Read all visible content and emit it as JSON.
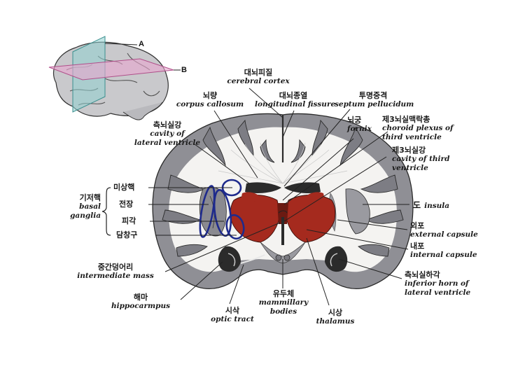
{
  "inset": {
    "plane_a": "A",
    "plane_b": "B"
  },
  "labels": {
    "cerebral_cortex": {
      "ko": "대뇌피질",
      "en": "cerebral cortex"
    },
    "corpus_callosum": {
      "ko": "뇌량",
      "en": "corpus callosum"
    },
    "longitudinal_fissure": {
      "ko": "대뇌종열",
      "en": "longitudinal fissure"
    },
    "septum_pellucidum": {
      "ko": "투명중격",
      "en": "septum pellucidum"
    },
    "lateral_ventricle": {
      "ko": "측뇌실강",
      "en1": "cavity of",
      "en2": "lateral ventricle"
    },
    "fornix": {
      "ko": "뇌궁",
      "en": "fornix"
    },
    "choroid_plexus": {
      "ko": "제3뇌실맥락총",
      "en1": "choroid plexus of",
      "en2": "third ventricle"
    },
    "third_ventricle": {
      "ko": "제3뇌실강",
      "en1": "cavity of third",
      "en2": "ventricle"
    },
    "basal_ganglia": {
      "ko": "기저핵",
      "en1": "basal",
      "en2": "ganglia"
    },
    "caudate": {
      "ko": "미상핵"
    },
    "claustrum": {
      "ko": "전장"
    },
    "putamen": {
      "ko": "피각"
    },
    "globus_pallidus": {
      "ko": "담창구"
    },
    "insula": {
      "ko": "도",
      "en": "insula"
    },
    "external_capsule": {
      "ko": "외포",
      "en": "external capsule"
    },
    "internal_capsule": {
      "ko": "내포",
      "en": "internal capsule"
    },
    "intermediate_mass": {
      "ko": "중간덩어리",
      "en": "intermediate mass"
    },
    "inferior_horn": {
      "ko": "측뇌실하각",
      "en1": "inferior horn of",
      "en2": "lateral ventricle"
    },
    "hippocampus": {
      "ko": "해마",
      "en": "hippocarmpus"
    },
    "mammillary": {
      "ko": "유두체",
      "en1": "mammillary",
      "en2": "bodies"
    },
    "optic_tract": {
      "ko": "시삭",
      "en": "optic tract"
    },
    "thalamus": {
      "ko": "시상",
      "en": "thalamus"
    }
  },
  "colors": {
    "gray_matter": "#8f8f95",
    "white_matter": "#f4f3f1",
    "nucleus": "#a52a1e",
    "highlight": "#1e2a8c",
    "plane_a": "#8fd0cf",
    "plane_b": "#e9a6cf"
  }
}
